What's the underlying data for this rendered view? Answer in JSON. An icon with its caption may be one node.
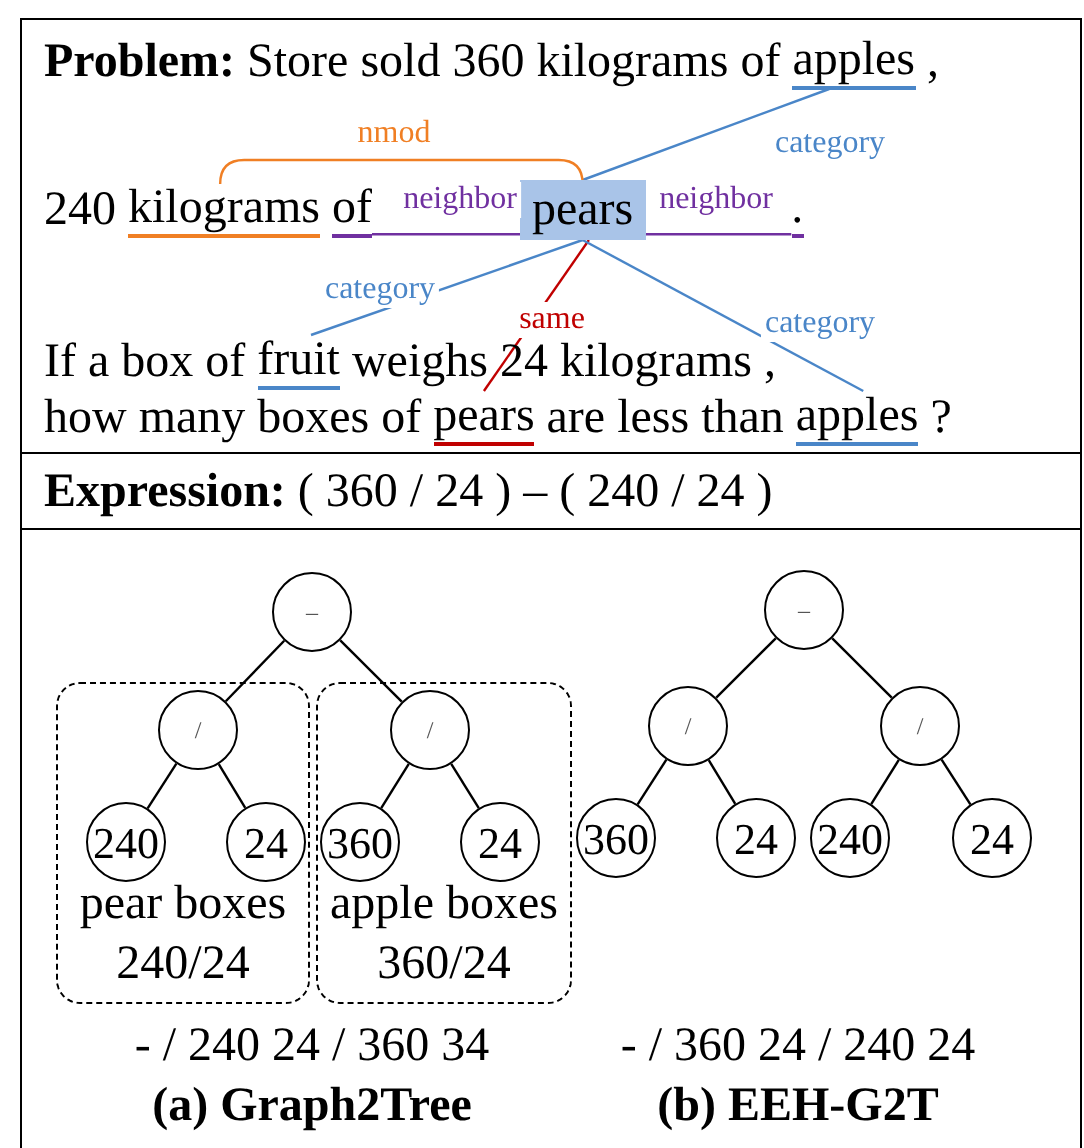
{
  "diagram": {
    "nodes": [
      {
        "text": [
          "**Problem:** Store sold 360 kilograms of",
          ",",
          "240",
          "If a box of",
          "weighs 24 kilograms ,",
          "how many boxes of",
          "are less than",
          "?"
        ]
      },
      {
        "text": [
          "apples"
        ],
        "in": 0
      },
      {
        "text": [
          "kilograms"
        ],
        "in": 0
      },
      {
        "text": [
          "of"
        ],
        "in": 0
      },
      {
        "text": [
          "pears"
        ],
        "in": 0
      },
      {
        "text": [
          "."
        ],
        "in": 0
      },
      {
        "text": [
          "fruit"
        ],
        "in": 0
      },
      {
        "text": [
          "pears"
        ],
        "in": 0
      },
      {
        "text": [
          "apples"
        ],
        "in": 0
      },
      {
        "text": [
          "**Expression:** ( 360 / 24 ) – ( 240 / 24 )"
        ]
      },
      {
        "text": [
          "- / 240 24 / 360 34",
          "(a) Graph2Tree",
          "- / 360 24 / 240 24",
          "(b) EEH-G2T"
        ]
      },
      {
        "text": [
          "–"
        ],
        "in": 10
      },
      {
        "text": [
          "pear boxes 240/24"
        ],
        "in": 10
      },
      {
        "text": [
          "/"
        ],
        "in": 12
      },
      {
        "text": [
          "240"
        ],
        "in": 12
      },
      {
        "text": [
          "24"
        ],
        "in": 12
      },
      {
        "text": [
          "apple boxes 360/24"
        ],
        "in": 10
      },
      {
        "text": [
          "/"
        ],
        "in": 16
      },
      {
        "text": [
          "360"
        ],
        "in": 16
      },
      {
        "text": [
          "24"
        ],
        "in": 16
      },
      {
        "text": [
          "–"
        ],
        "in": 10
      },
      {
        "text": [
          "/"
        ],
        "in": 10
      },
      {
        "text": [
          "360"
        ],
        "in": 10
      },
      {
        "text": [
          "24"
        ],
        "in": 10
      },
      {
        "text": [
          "/"
        ],
        "in": 10
      },
      {
        "text": [
          "240"
        ],
        "in": 10
      },
      {
        "text": [
          "24"
        ],
        "in": 10
      }
    ],
    "edges": [
      {
        "from": 4,
        "to": 1,
        "arrow": "none",
        "label": "category",
        "color": "#4a86c8"
      },
      {
        "from": 4,
        "to": 2,
        "arrow": "none",
        "label": "nmod",
        "color": "#f07f24"
      },
      {
        "from": 4,
        "to": 3,
        "arrow": "none",
        "label": "neighbor",
        "color": "#7030a0"
      },
      {
        "from": 4,
        "to": 5,
        "arrow": "none",
        "label": "neighbor",
        "color": "#7030a0"
      },
      {
        "from": 4,
        "to": 6,
        "arrow": "none",
        "label": "category",
        "color": "#4a86c8"
      },
      {
        "from": 4,
        "to": 7,
        "arrow": "none",
        "label": "same",
        "color": "#c00000"
      },
      {
        "from": 4,
        "to": 8,
        "arrow": "none",
        "label": "category",
        "color": "#4a86c8"
      },
      {
        "from": 11,
        "to": 13,
        "arrow": "none"
      },
      {
        "from": 11,
        "to": 17,
        "arrow": "none"
      },
      {
        "from": 13,
        "to": 14,
        "arrow": "none"
      },
      {
        "from": 13,
        "to": 15,
        "arrow": "none"
      },
      {
        "from": 17,
        "to": 18,
        "arrow": "none"
      },
      {
        "from": 17,
        "to": 19,
        "arrow": "none"
      },
      {
        "from": 20,
        "to": 21,
        "arrow": "none"
      },
      {
        "from": 20,
        "to": 24,
        "arrow": "none"
      },
      {
        "from": 21,
        "to": 22,
        "arrow": "none"
      },
      {
        "from": 21,
        "to": 23,
        "arrow": "none"
      },
      {
        "from": 24,
        "to": 25,
        "arrow": "none"
      },
      {
        "from": 24,
        "to": 26,
        "arrow": "none"
      }
    ]
  }
}
